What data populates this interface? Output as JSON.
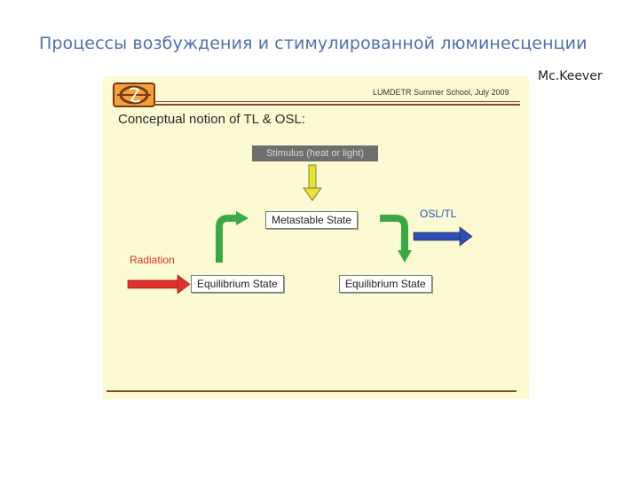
{
  "slide": {
    "title": "Процессы возбуждения и стимулированной люминесценции",
    "author": "Mc.Keever"
  },
  "panel": {
    "header_text": "LUMDETR Summer School, July 2009",
    "heading": "Conceptual notion of TL & OSL:",
    "stimulus_label": "Stimulus (heat or light)",
    "metastable_label": "Metastable State",
    "equilibrium_left_label": "Equilibrium State",
    "equilibrium_right_label": "Equilibrium State",
    "radiation_label": "Radiation",
    "output_label": "OSL/TL"
  },
  "colors": {
    "title": "#4f6fb0",
    "panel_bg": "#fcfad2",
    "rule": "#8b4a2b",
    "radiation": "#e0312a",
    "output": "#2f4fb5",
    "transition_arrows": "#3aa845",
    "stimulus_arrow": "#e8e23a"
  },
  "icons": [
    "university-logo-icon",
    "radiation-arrow-icon",
    "excitation-arrow-icon",
    "stimulus-arrow-icon",
    "relaxation-arrow-icon",
    "luminescence-arrow-icon"
  ]
}
